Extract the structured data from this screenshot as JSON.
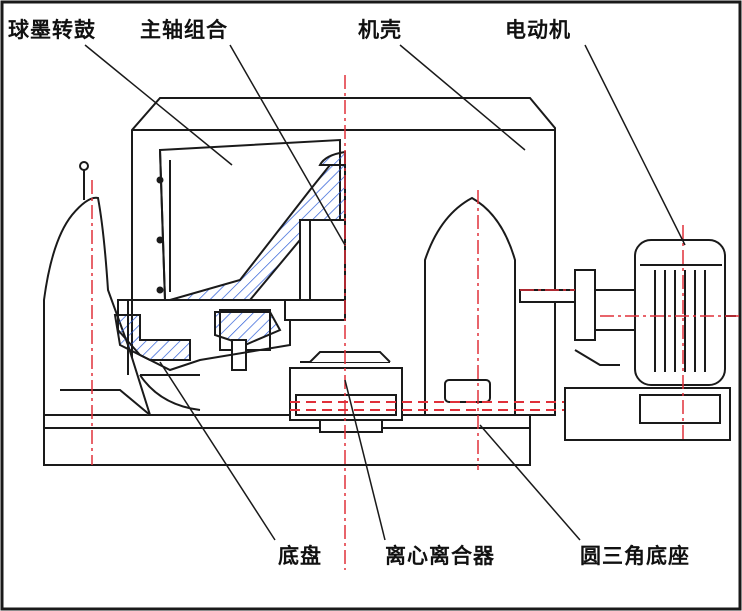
{
  "labels": {
    "drum": "球墨转鼓",
    "spindle": "主轴组合",
    "housing": "机壳",
    "motor": "电动机",
    "chassis": "底盘",
    "clutch": "离心离合器",
    "tripod_base": "圆三角底座"
  },
  "colors": {
    "line": "#1a1a1a",
    "hatch": "#2a5bd7",
    "centerline": "#e0303a",
    "border": "#1a1a1a"
  }
}
